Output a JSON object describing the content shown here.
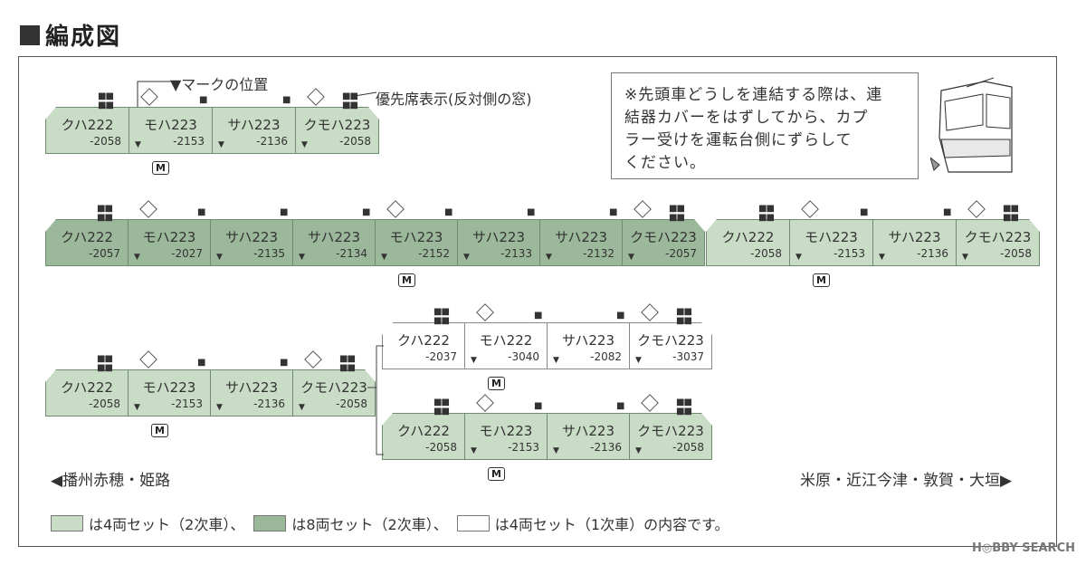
{
  "title": "編成図",
  "annotations": {
    "mark_position": "▼マークの位置",
    "priority_seat": "優先席表示(反対側の窓)"
  },
  "note_lines": [
    "※先頭車どうしを連結する際は、連",
    "結器カバーをはずしてから、カプ",
    "ラー受けを運転台側にずらして",
    "ください。"
  ],
  "colors": {
    "light": "#c9dcc6",
    "dark": "#9bb89b",
    "white": "#ffffff"
  },
  "motor_label": "M",
  "sets": [
    {
      "id": "set-top-left",
      "color": "light",
      "cars": [
        {
          "name": "クハ222",
          "num": "-2058"
        },
        {
          "name": "モハ223",
          "num": "-2153"
        },
        {
          "name": "サハ223",
          "num": "-2136"
        },
        {
          "name": "クモハ223",
          "num": "-2058"
        }
      ]
    },
    {
      "id": "set-eight",
      "color": "dark",
      "cars": [
        {
          "name": "クハ222",
          "num": "-2057"
        },
        {
          "name": "モハ223",
          "num": "-2027"
        },
        {
          "name": "サハ223",
          "num": "-2135"
        },
        {
          "name": "サハ223",
          "num": "-2134"
        },
        {
          "name": "モハ223",
          "num": "-2152"
        },
        {
          "name": "サハ223",
          "num": "-2133"
        },
        {
          "name": "サハ223",
          "num": "-2132"
        },
        {
          "name": "クモハ223",
          "num": "-2057"
        }
      ]
    },
    {
      "id": "set-four-right",
      "color": "light",
      "cars": [
        {
          "name": "クハ222",
          "num": "-2058"
        },
        {
          "name": "モハ223",
          "num": "-2153"
        },
        {
          "name": "サハ223",
          "num": "-2136"
        },
        {
          "name": "クモハ223",
          "num": "-2058"
        }
      ]
    },
    {
      "id": "set-bottom-left",
      "color": "light",
      "cars": [
        {
          "name": "クハ222",
          "num": "-2058"
        },
        {
          "name": "モハ223",
          "num": "-2153"
        },
        {
          "name": "サハ223",
          "num": "-2136"
        },
        {
          "name": "クモハ223",
          "num": "-2058"
        }
      ]
    },
    {
      "id": "set-white",
      "color": "white",
      "cars": [
        {
          "name": "クハ222",
          "num": "-2037"
        },
        {
          "name": "モハ222",
          "num": "-3040"
        },
        {
          "name": "サハ223",
          "num": "-2082"
        },
        {
          "name": "クモハ223",
          "num": "-3037"
        }
      ]
    },
    {
      "id": "set-bottom-right",
      "color": "light",
      "cars": [
        {
          "name": "クハ222",
          "num": "-2058"
        },
        {
          "name": "モハ223",
          "num": "-2153"
        },
        {
          "name": "サハ223",
          "num": "-2136"
        },
        {
          "name": "クモハ223",
          "num": "-2058"
        }
      ]
    }
  ],
  "direction_left": "◀播州赤穂・姫路",
  "direction_right": "米原・近江今津・敦賀・大垣▶",
  "legend": [
    {
      "color": "light",
      "text": "は4両セット（2次車）、"
    },
    {
      "color": "dark",
      "text": "は8両セット（2次車）、"
    },
    {
      "color": "white",
      "text": "は4両セット（1次車）の内容です。"
    }
  ],
  "watermark": "H◎BBY SEARCH"
}
